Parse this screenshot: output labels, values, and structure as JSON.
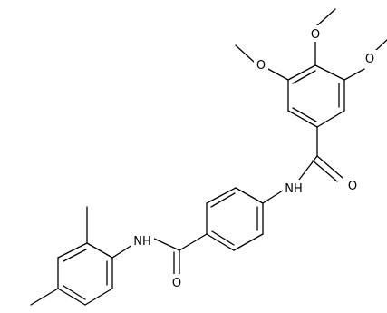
{
  "diagram": {
    "type": "chemical-structure",
    "atom_labels": {
      "o_methoxy_left": "O",
      "o_methoxy_top": "O",
      "o_methoxy_right": "O",
      "o_carbonyl_top": "O",
      "o_carbonyl_bottom": "O",
      "nh_top": "NH",
      "nh_bottom": "NH"
    }
  }
}
